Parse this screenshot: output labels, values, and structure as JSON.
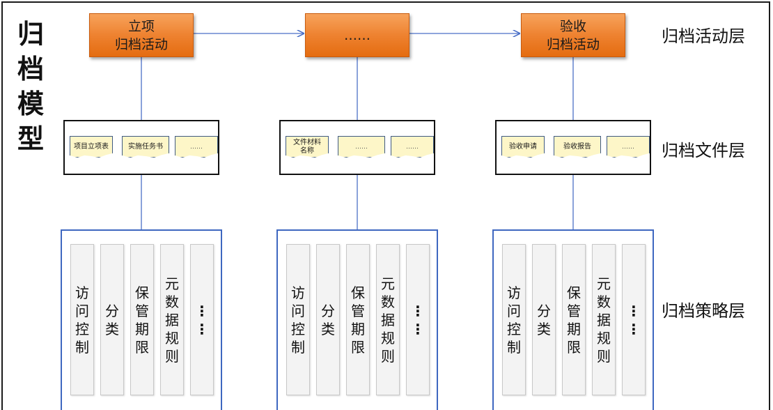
{
  "model_title": "归档模型",
  "layers": {
    "activity": "归档活动层",
    "file": "归档文件层",
    "policy": "归档策略层"
  },
  "colors": {
    "activity_fill": "#ee8230",
    "file_fill": "#fdf6c8",
    "policy_border": "#3e67c0",
    "connector": "#4a6fc7"
  },
  "columns": [
    {
      "activity": "立项\n归档活动",
      "files": [
        "项目立项表",
        "实施任务书",
        "……"
      ],
      "policies": [
        "访问控制",
        "分类",
        "保管期限",
        "元数据规则",
        "⋮⋮"
      ]
    },
    {
      "activity": "……",
      "files": [
        "文件材料\n名称",
        "……",
        "……"
      ],
      "policies": [
        "访问控制",
        "分类",
        "保管期限",
        "元数据规则",
        "⋮⋮"
      ]
    },
    {
      "activity": "验收\n归档活动",
      "files": [
        "验收申请",
        "验收报告",
        "……"
      ],
      "policies": [
        "访问控制",
        "分类",
        "保管期限",
        "元数据规则",
        "⋮⋮"
      ]
    }
  ]
}
